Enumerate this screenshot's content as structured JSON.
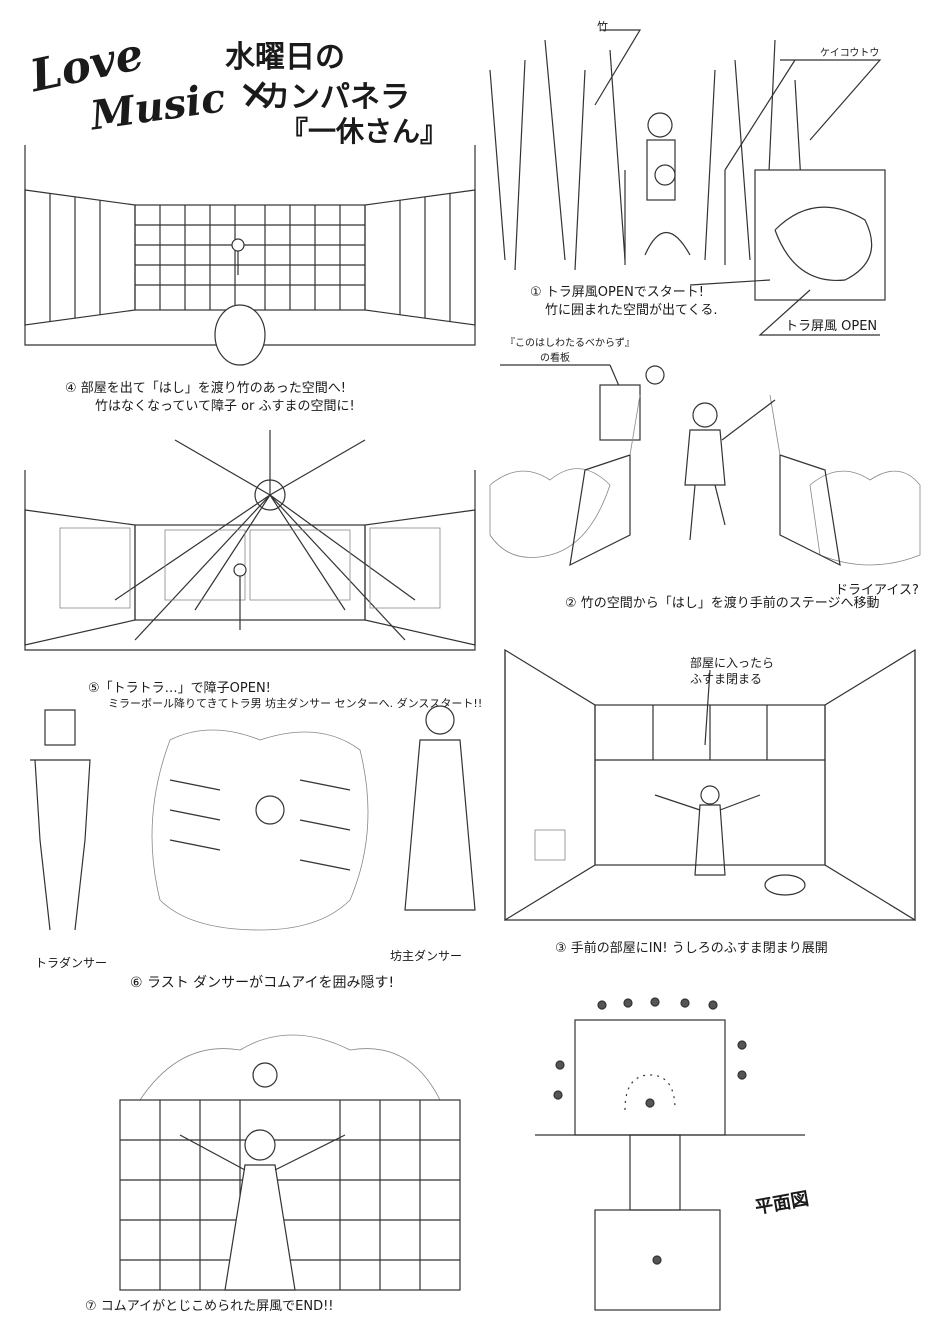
{
  "title": {
    "line1": "Love",
    "line2": "Music ×",
    "line3": "水曜日の",
    "line4": "カンパネラ",
    "line5": "『一休さん』"
  },
  "scene1": {
    "label_bamboo": "竹",
    "label_light": "ケイコウトウ",
    "label_screen": "トラ屏風 OPEN",
    "caption_line1": "① トラ屏風OPENでスタート!",
    "caption_line2": "竹に囲まれた空間が出てくる."
  },
  "scene2": {
    "label_sign_line1": "『このはしわたるべからず』",
    "label_sign_line2": "の看板",
    "label_ice": "ドライアイス?",
    "caption": "② 竹の空間から「はし」を渡り手前のステージへ移動"
  },
  "scene3": {
    "note_line1": "部屋に入ったら",
    "note_line2": "ふすま閉まる",
    "caption": "③ 手前の部屋にIN! うしろのふすま閉まり展開"
  },
  "scene4": {
    "caption_line1": "④ 部屋を出て「はし」を渡り竹のあった空間へ!",
    "caption_line2": "竹はなくなっていて障子 or ふすまの空間に!"
  },
  "scene5": {
    "caption_line1": "⑤「トラトラ…」で障子OPEN!",
    "caption_line2": "ミラーボール降りてきてトラ男 坊主ダンサー センターへ. ダンススタート!!"
  },
  "scene6": {
    "label_tiger": "トラダンサー",
    "label_monk": "坊主ダンサー",
    "caption": "⑥ ラスト ダンサーがコムアイを囲み隠す!"
  },
  "scene7": {
    "caption": "⑦ コムアイがとじこめられた屏風でEND!!"
  },
  "floorplan": {
    "label": "平面図"
  }
}
